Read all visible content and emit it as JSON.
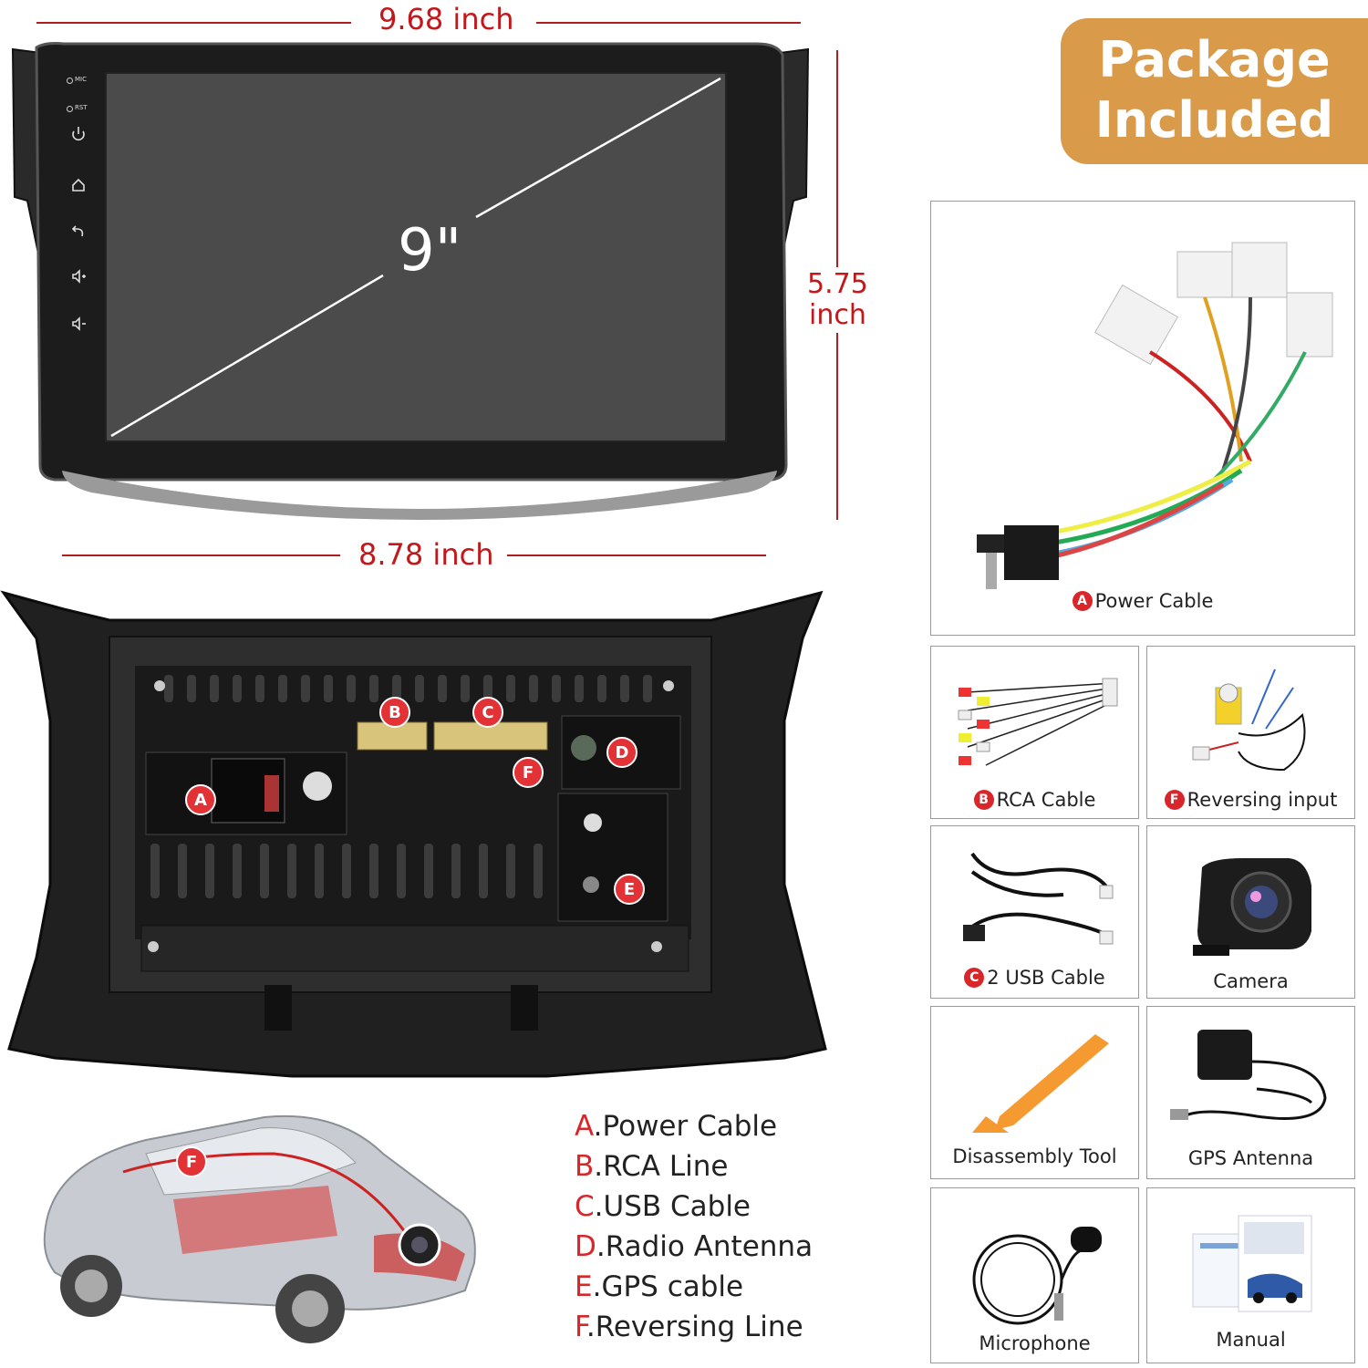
{
  "dimensions": {
    "width_top": "9.68 inch",
    "width_bottom": "8.78 inch",
    "height_value": "5.75",
    "height_unit": "inch"
  },
  "screen": {
    "size_label": "9\"",
    "side_buttons": [
      "MIC",
      "RST"
    ],
    "side_icons": [
      "power-icon",
      "home-icon",
      "back-icon",
      "volume-up-icon",
      "volume-down-icon"
    ]
  },
  "rear_panel": {
    "port_badges": [
      "A",
      "B",
      "C",
      "D",
      "E",
      "F"
    ]
  },
  "car_badge": "F",
  "legend": [
    {
      "letter": "A",
      "text": ".Power Cable"
    },
    {
      "letter": "B",
      "text": ".RCA Line"
    },
    {
      "letter": "C",
      "text": ".USB Cable"
    },
    {
      "letter": "D",
      "text": ".Radio Antenna"
    },
    {
      "letter": "E",
      "text": ".GPS cable"
    },
    {
      "letter": "F",
      "text": ".Reversing Line"
    }
  ],
  "package": {
    "title_line1": "Package",
    "title_line2": "Included",
    "accent_color": "#d99a4a",
    "items": [
      {
        "badge": "A",
        "label": "Power Cable"
      },
      {
        "badge": "B",
        "label": "RCA Cable"
      },
      {
        "badge": "F",
        "label": "Reversing input"
      },
      {
        "badge": "C",
        "label": "2 USB Cable"
      },
      {
        "badge": "",
        "label": "Camera"
      },
      {
        "badge": "",
        "label": "Disassembly Tool"
      },
      {
        "badge": "",
        "label": "GPS Antenna"
      },
      {
        "badge": "",
        "label": "Microphone"
      },
      {
        "badge": "",
        "label": "Manual"
      }
    ]
  }
}
